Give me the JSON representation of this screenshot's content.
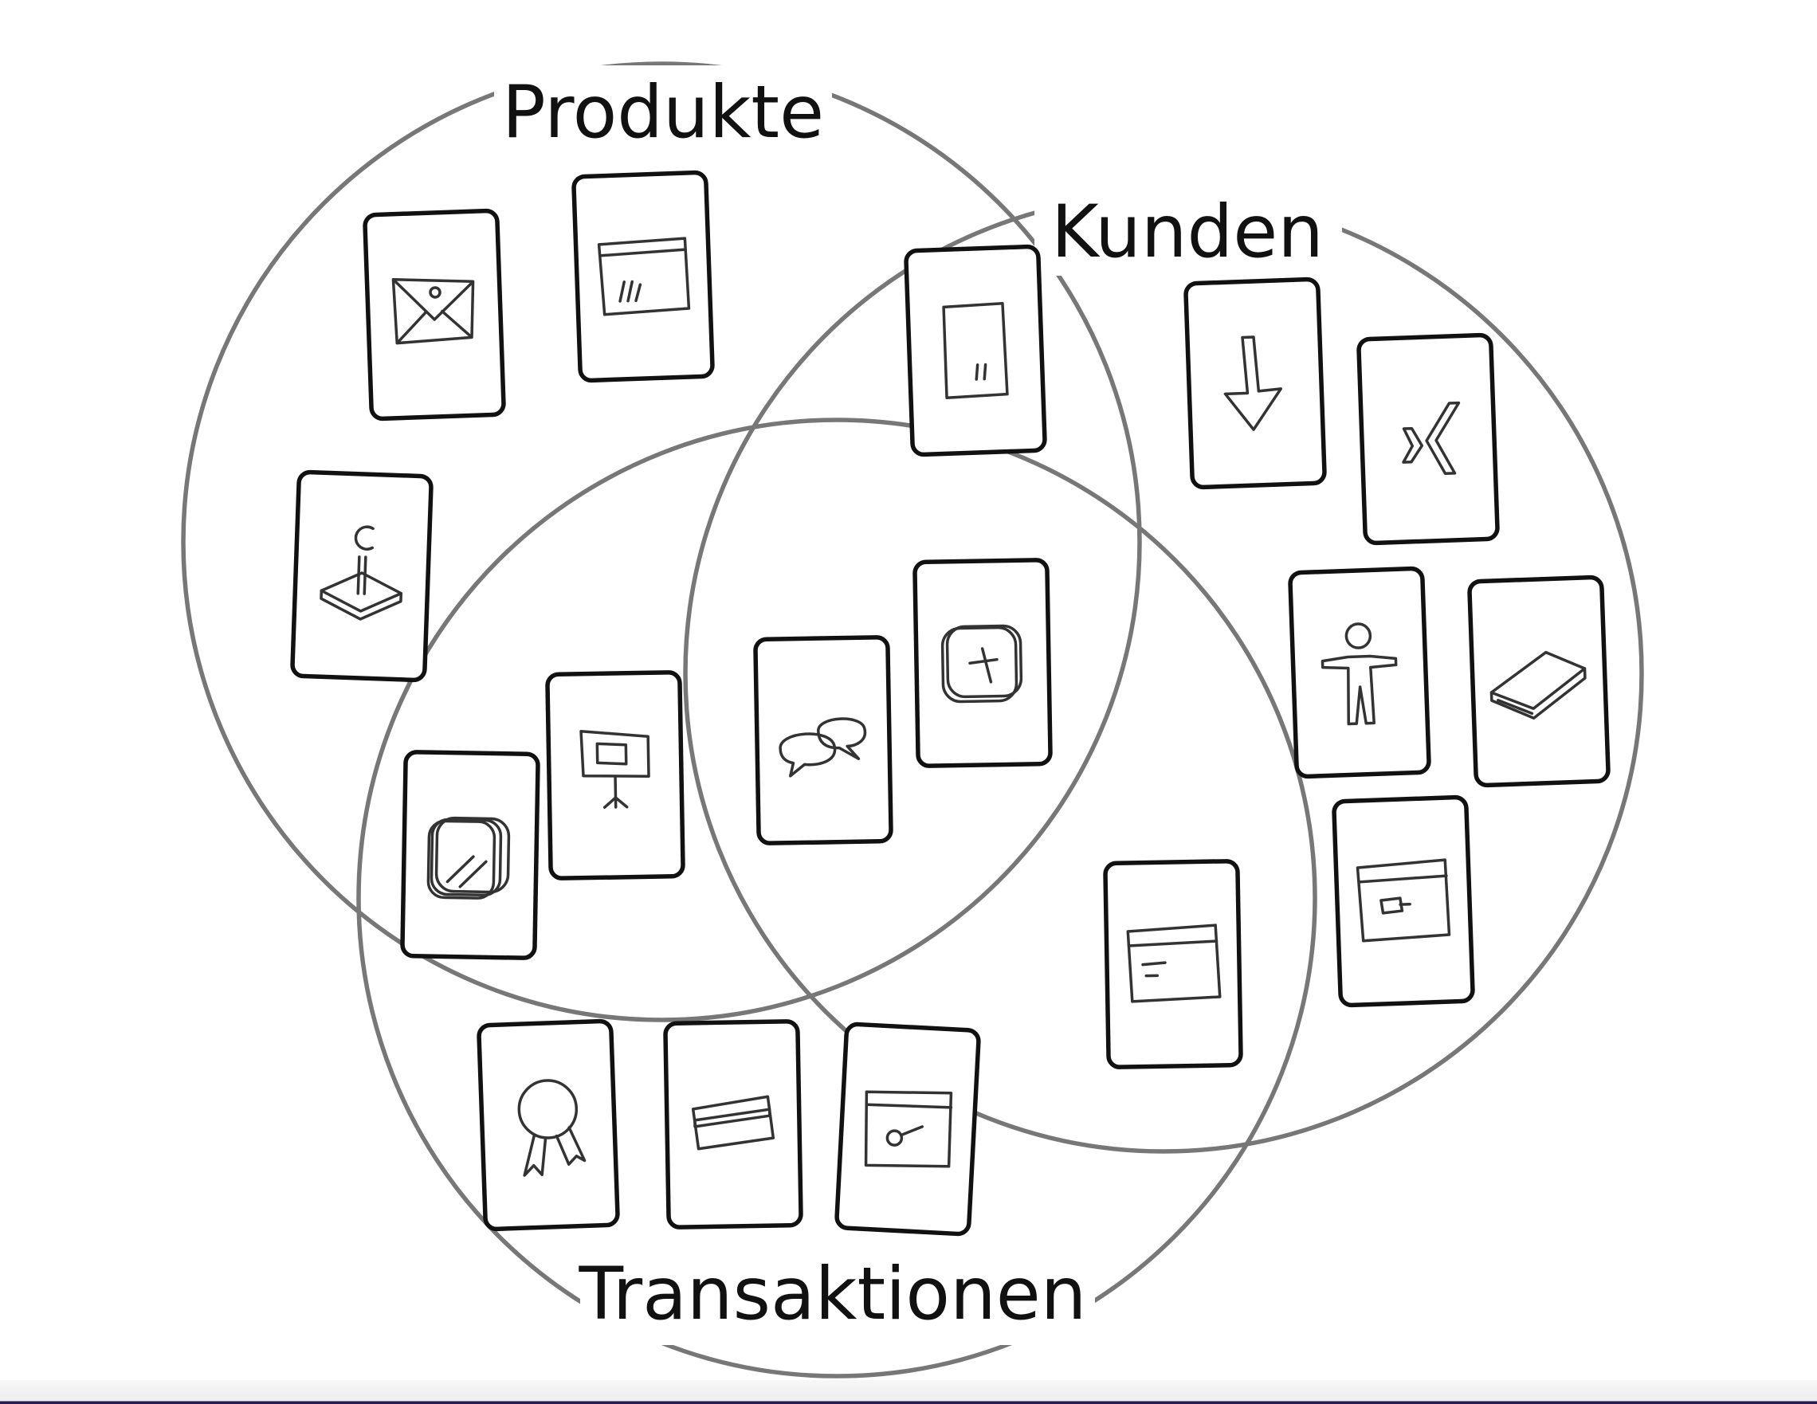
{
  "diagram": {
    "type": "venn",
    "sets": [
      {
        "id": "produkte",
        "label": "Produkte"
      },
      {
        "id": "kunden",
        "label": "Kunden"
      },
      {
        "id": "transaktionen",
        "label": "Transaktionen"
      }
    ],
    "colors": {
      "circle_stroke": "#777777",
      "card_stroke": "#111111",
      "icon_stroke": "#333333",
      "label_text": "#111111",
      "background": "#ffffff"
    },
    "cards": [
      {
        "icon": "email-icon",
        "sets": [
          "produkte"
        ]
      },
      {
        "icon": "browser-quote-window-icon",
        "sets": [
          "produkte"
        ]
      },
      {
        "icon": "joystick-icon",
        "sets": [
          "produkte"
        ]
      },
      {
        "icon": "quote-document-icon",
        "sets": [
          "produkte",
          "kunden"
        ]
      },
      {
        "icon": "download-arrow-icon",
        "sets": [
          "kunden"
        ]
      },
      {
        "icon": "xing-icon",
        "sets": [
          "kunden"
        ]
      },
      {
        "icon": "person-icon",
        "sets": [
          "kunden"
        ]
      },
      {
        "icon": "book-icon",
        "sets": [
          "kunden"
        ]
      },
      {
        "icon": "browser-card-window-icon",
        "sets": [
          "kunden"
        ]
      },
      {
        "icon": "browser-text-window-icon",
        "sets": [
          "kunden",
          "transaktionen"
        ]
      },
      {
        "icon": "chat-bubbles-icon",
        "sets": [
          "produkte",
          "kunden",
          "transaktionen"
        ]
      },
      {
        "icon": "app-x-icon",
        "sets": [
          "produkte",
          "kunden",
          "transaktionen"
        ]
      },
      {
        "icon": "presentation-board-icon",
        "sets": [
          "produkte",
          "transaktionen"
        ]
      },
      {
        "icon": "app-stack-icon",
        "sets": [
          "produkte",
          "transaktionen"
        ]
      },
      {
        "icon": "award-ribbon-icon",
        "sets": [
          "transaktionen"
        ]
      },
      {
        "icon": "credit-card-icon",
        "sets": [
          "transaktionen"
        ]
      },
      {
        "icon": "browser-search-window-icon",
        "sets": [
          "transaktionen"
        ]
      }
    ]
  }
}
